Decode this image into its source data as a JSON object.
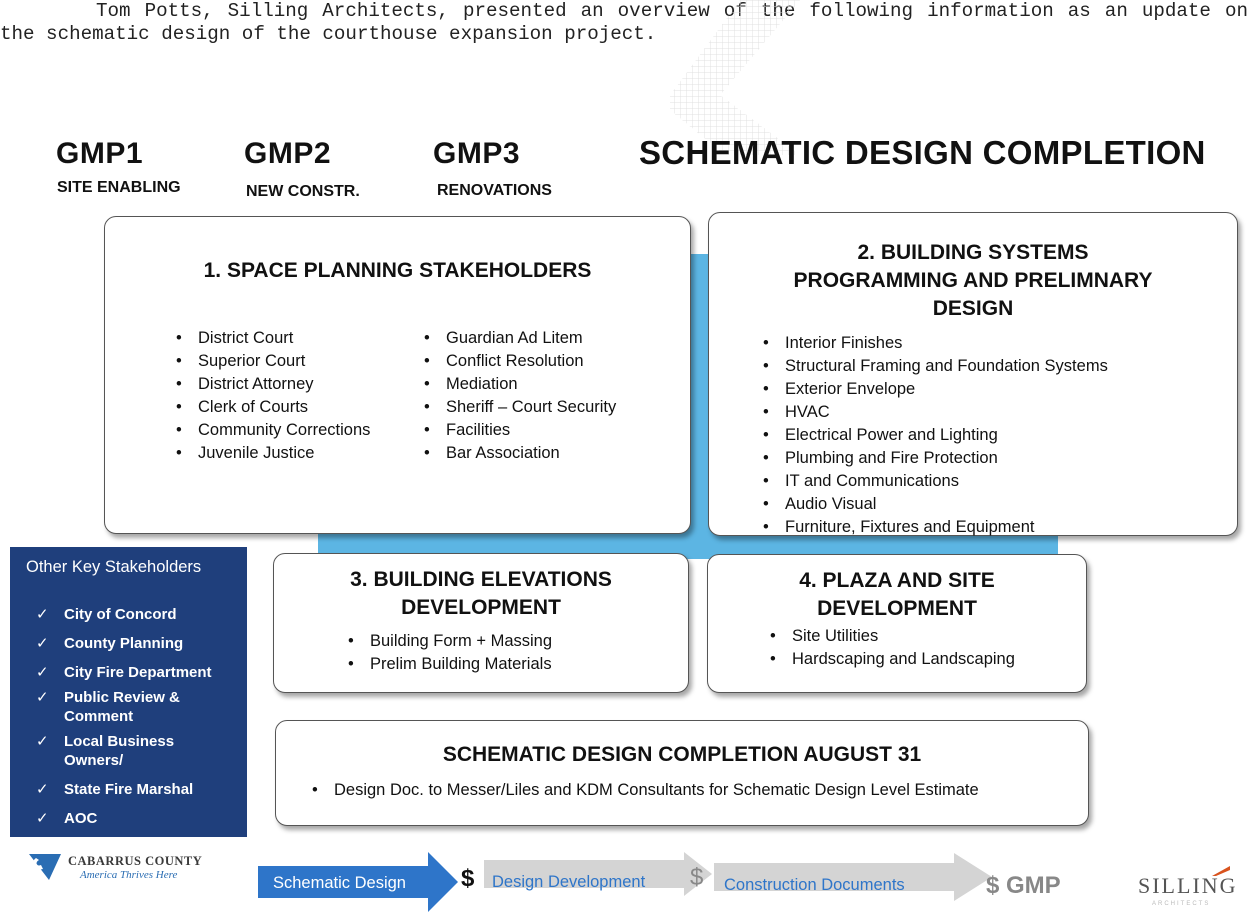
{
  "intro": {
    "paragraph": "Tom Potts, Silling Architects, presented an overview of the following information as an update on the schematic design of the courthouse expansion project."
  },
  "header": {
    "gmp1": {
      "title": "GMP1",
      "subtitle": "SITE ENABLING"
    },
    "gmp2": {
      "title": "GMP2",
      "subtitle": "NEW CONSTR."
    },
    "gmp3": {
      "title": "GMP3",
      "subtitle": "RENOVATIONS"
    },
    "completion_title": "SCHEMATIC DESIGN COMPLETION"
  },
  "box1": {
    "title": "1. SPACE PLANNING STAKEHOLDERS",
    "col1": [
      "District Court",
      "Superior Court",
      "District Attorney",
      "Clerk of Courts",
      "Community Corrections",
      "Juvenile Justice"
    ],
    "col2": [
      "Guardian Ad Litem",
      "Conflict Resolution",
      "Mediation",
      "Sheriff – Court Security",
      "Facilities",
      "Bar Association"
    ]
  },
  "box2": {
    "title_lines": [
      "2. BUILDING SYSTEMS",
      "PROGRAMMING AND PRELIMNARY",
      "DESIGN"
    ],
    "items": [
      "Interior Finishes",
      "Structural Framing and Foundation Systems",
      "Exterior Envelope",
      "HVAC",
      "Electrical Power and Lighting",
      "Plumbing and Fire Protection",
      "IT and Communications",
      "Audio Visual",
      "Furniture, Fixtures and Equipment"
    ]
  },
  "box3": {
    "title_lines": [
      "3. BUILDING ELEVATIONS",
      "DEVELOPMENT"
    ],
    "items": [
      "Building Form + Massing",
      "Prelim Building Materials"
    ]
  },
  "box4": {
    "title_lines": [
      "4. PLAZA AND SITE",
      "DEVELOPMENT"
    ],
    "items": [
      "Site Utilities",
      "Hardscaping and Landscaping"
    ]
  },
  "box5": {
    "title": "SCHEMATIC DESIGN COMPLETION AUGUST 31",
    "items": [
      "Design Doc. to Messer/Liles and KDM Consultants for Schematic Design Level Estimate"
    ]
  },
  "stakeholders": {
    "title": "Other Key Stakeholders",
    "items": [
      [
        "City of Concord"
      ],
      [
        "County Planning"
      ],
      [
        "City Fire Department"
      ],
      [
        "Public Review &",
        "Comment"
      ],
      [
        "Local Business",
        "Owners/"
      ],
      [
        "State Fire Marshal"
      ],
      [
        "AOC"
      ]
    ]
  },
  "footer": {
    "cabarrus_name": "CABARRUS COUNTY",
    "cabarrus_tagline": "America Thrives Here",
    "phases": [
      "Schematic Design",
      "Design Development",
      "Construction Documents"
    ],
    "dollar": "$",
    "gmp_label": "$ GMP",
    "silling": "SILLING",
    "silling_sub": "ARCHITECTS"
  },
  "colors": {
    "backdrop_blue": "#5cb5e3",
    "panel_navy": "#1f3f7c",
    "active_arrow": "#2e75c9",
    "inactive_arrow": "#d4d4d4"
  },
  "icons": [
    "check-icon",
    "bullet-icon",
    "cabarrus-logo-icon",
    "arrow-icon"
  ]
}
